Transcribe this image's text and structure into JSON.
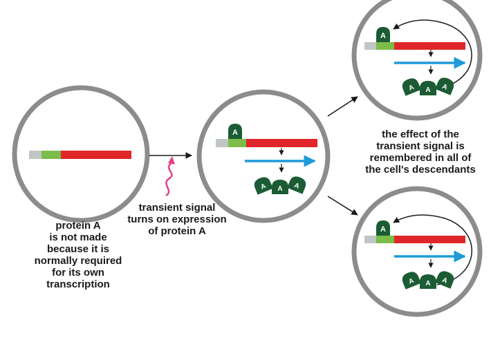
{
  "protein_letter": "A",
  "labels": {
    "left": [
      "protein A",
      "is not made",
      "because it is",
      "normally required",
      "for its own",
      "transcription"
    ],
    "middle": [
      "transient signal",
      "turns on expression",
      "of protein A"
    ],
    "right": [
      "the effect of the",
      "transient signal is",
      "remembered in all of",
      "the cell's descendants"
    ]
  },
  "colors": {
    "cell_border": "#8c8c8c",
    "dna_gray": "#c0c6c4",
    "dna_green": "#7cbc48",
    "dna_red": "#e0262a",
    "transcript_blue": "#1e9ad9",
    "protein_green": "#1c5c34",
    "signal_magenta": "#e0408c"
  }
}
